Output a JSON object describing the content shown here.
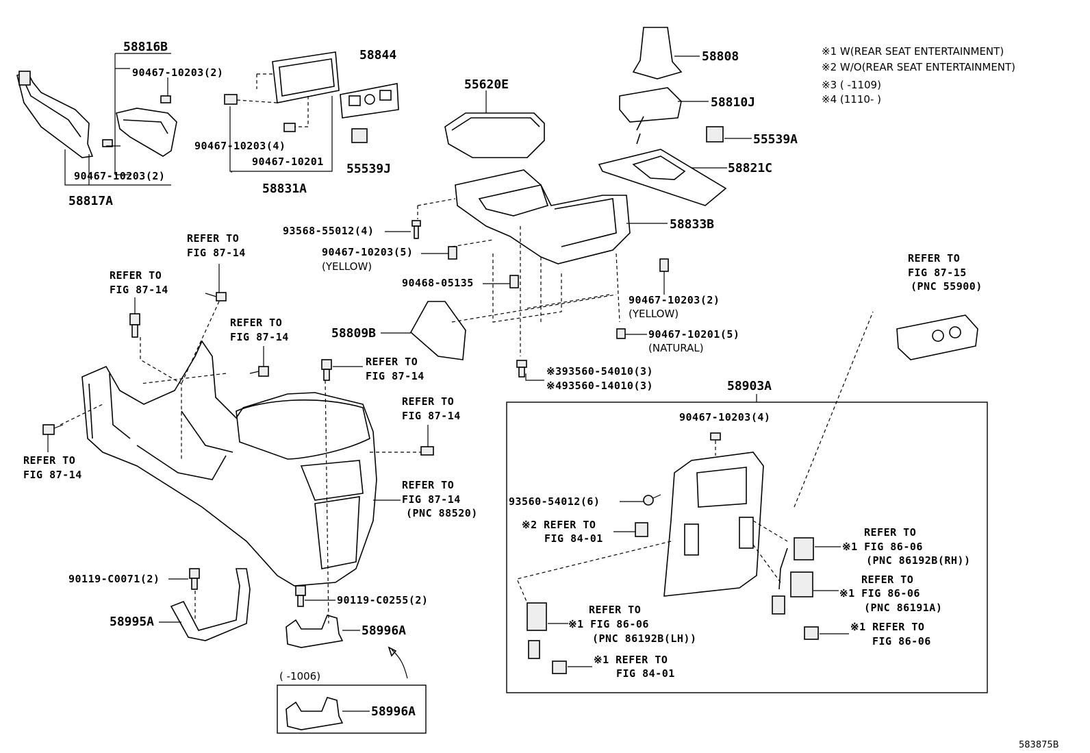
{
  "legend": [
    "※1 W(REAR SEAT ENTERTAINMENT)",
    "※2 W/O(REAR SEAT ENTERTAINMENT)",
    "※3 (    -1109)",
    "※4 (1110-    )"
  ],
  "diagram_code": "583875B",
  "parts": {
    "p58816B": "58816B",
    "p90467_10203_2a": "90467-10203(2)",
    "p90467_10203_2b": "90467-10203(2)",
    "p58817A": "58817A",
    "p58844": "58844",
    "p90467_10203_4a": "90467-10203(4)",
    "p90467_10201": "90467-10201",
    "p58831A": "58831A",
    "p55539J": "55539J",
    "p55620E": "55620E",
    "p58808": "58808",
    "p58810J": "58810J",
    "p55539A": "55539A",
    "p58821C": "58821C",
    "p93568_55012": "93568-55012(4)",
    "p58833B": "58833B",
    "p90467_10203_5": "90467-10203(5)",
    "yellow1": "(YELLOW)",
    "p90468_05135": "90468-05135",
    "p90467_10203_2c": "90467-10203(2)",
    "yellow2": "(YELLOW)",
    "p90467_10201_5": "90467-10201(5)",
    "natural": "(NATURAL)",
    "p58809B": "58809B",
    "p93560_54010": "※393560-54010(3)",
    "p93560_14010": "※493560-14010(3)",
    "p58903A": "58903A",
    "p90467_10203_4b": "90467-10203(4)",
    "p93560_54012": "93560-54012(6)",
    "p90119_C0071": "90119-C0071(2)",
    "p58995A": "58995A",
    "p90119_C0255": "90119-C0255(2)",
    "p58996A_a": "58996A",
    "range_1006": "(    -1006)",
    "p58996A_b": "58996A"
  },
  "refs": {
    "r1": [
      "REFER TO",
      "FIG 87-14"
    ],
    "r2": [
      "REFER TO",
      "FIG 87-14"
    ],
    "r3": [
      "REFER TO",
      "FIG 87-14"
    ],
    "r4": [
      "REFER TO",
      "FIG 87-14"
    ],
    "r5": [
      "REFER TO",
      "FIG 87-14"
    ],
    "r6": [
      "REFER TO",
      "FIG 87-14"
    ],
    "r7": [
      "REFER TO",
      "FIG 87-14",
      "(PNC 88520)"
    ],
    "r8": [
      "REFER TO",
      "FIG 87-15",
      "(PNC 55900)"
    ],
    "r9": [
      "※2 REFER TO",
      "FIG 84-01"
    ],
    "r10": [
      "REFER TO",
      "※1 FIG 86-06",
      "(PNC 86192B(RH))"
    ],
    "r11": [
      "REFER TO",
      "※1 FIG 86-06",
      "(PNC 86191A)"
    ],
    "r12": [
      "REFER TO",
      "※1 FIG 86-06",
      "(PNC 86192B(LH))"
    ],
    "r13": [
      "※1 REFER TO",
      "FIG 86-06"
    ],
    "r14": [
      "※1 REFER TO",
      "FIG 84-01"
    ]
  }
}
